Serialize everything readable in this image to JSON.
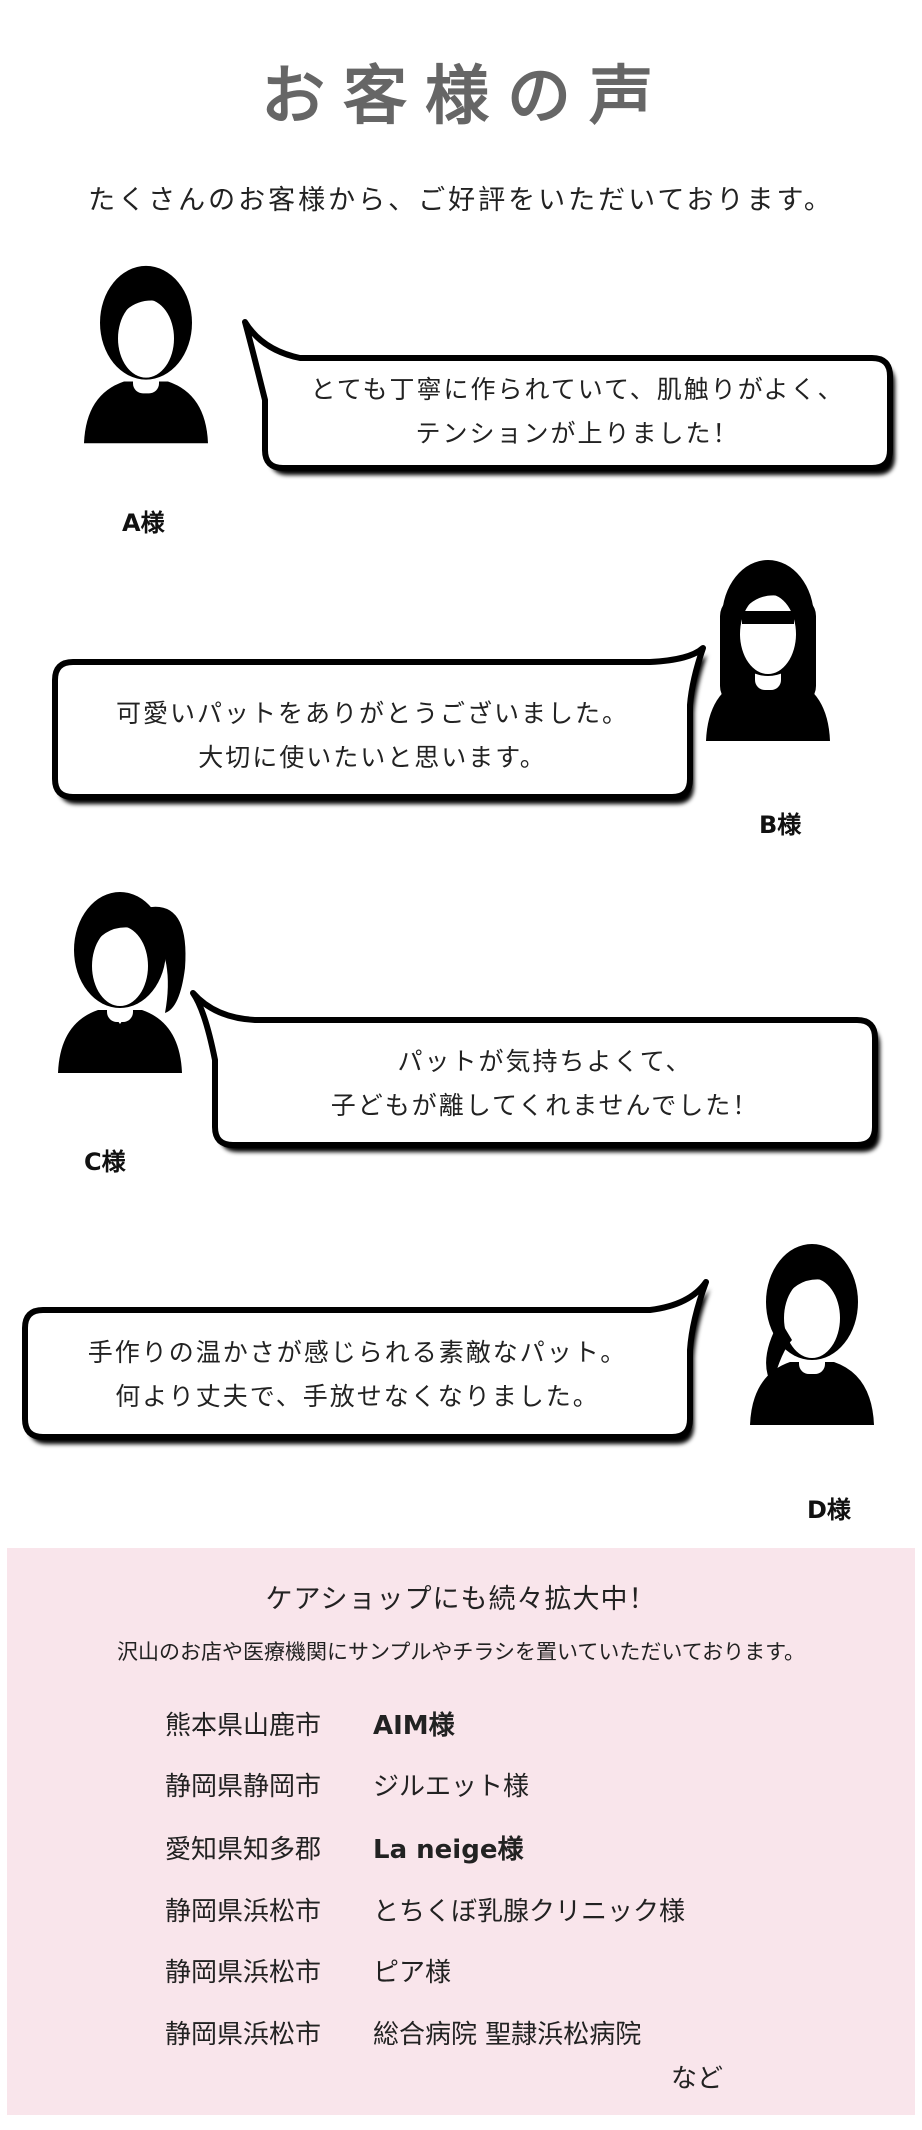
{
  "header": {
    "title": "お客様の声",
    "subtitle": "たくさんのお客様から、ご好評をいただいております。"
  },
  "testimonials": [
    {
      "name": "A様",
      "lines": [
        "とても丁寧に作られていて、肌触りがよく、",
        "テンションが上りました！"
      ]
    },
    {
      "name": "B様",
      "lines": [
        "可愛いパットをありがとうございました。",
        "大切に使いたいと思います。"
      ]
    },
    {
      "name": "C様",
      "lines": [
        "パットが気持ちよくて、",
        "子どもが離してくれませんでした！"
      ]
    },
    {
      "name": "D様",
      "lines": [
        "手作りの温かさが感じられる素敵なパット。",
        "何より丈夫で、手放せなくなりました。"
      ]
    }
  ],
  "shops": {
    "heading": "ケアショップにも続々拡大中！",
    "description": "沢山のお店や医療機関にサンプルやチラシを置いていただいております。",
    "list": [
      {
        "area": "熊本県山鹿市",
        "name": "AIM様"
      },
      {
        "area": "静岡県静岡市",
        "name": "ジルエット様"
      },
      {
        "area": "愛知県知多郡",
        "name": "La neige様"
      },
      {
        "area": "静岡県浜松市",
        "name": "とちくぼ乳腺クリニック様"
      },
      {
        "area": "静岡県浜松市",
        "name": "ピア様"
      },
      {
        "area": "静岡県浜松市",
        "name": "総合病院 聖隷浜松病院"
      }
    ],
    "footer": "など"
  },
  "colors": {
    "title": "#666666",
    "pink_bg": "#f9e5eb"
  }
}
